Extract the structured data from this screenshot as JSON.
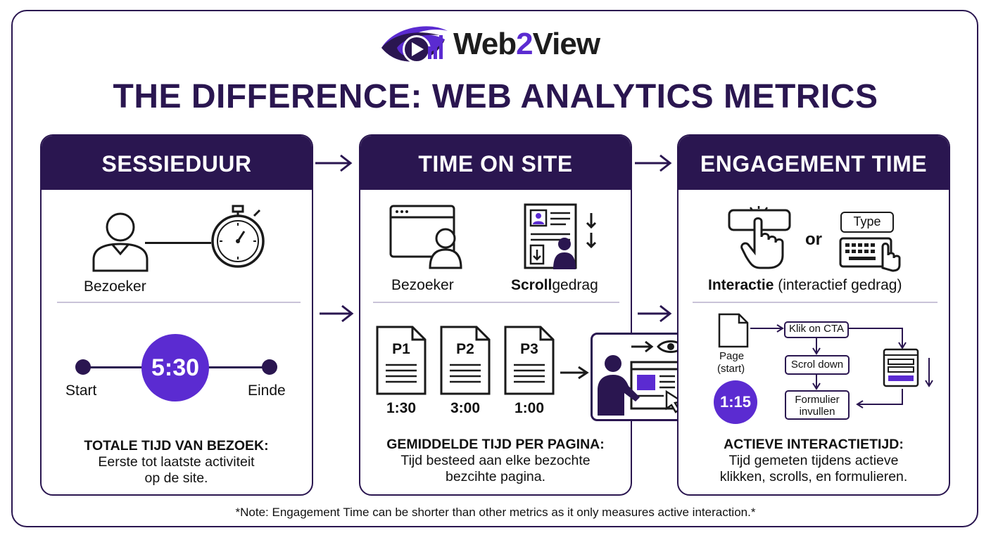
{
  "brand": {
    "name_part1": "Web",
    "name_part2": "2",
    "name_part3": "View"
  },
  "title": "THE DIFFERENCE: WEB ANALYTICS METRICS",
  "panels": [
    {
      "header": "SESSIEDUUR",
      "visitor_label": "Bezoeker",
      "timer_value": "5:30",
      "start_label": "Start",
      "end_label": "Einde",
      "desc_title": "TOTALE TIJD VAN BEZOEK:",
      "desc_line1": "Eerste tot laatste activiteit",
      "desc_line2": "op de site."
    },
    {
      "header": "TIME ON SITE",
      "visitor_label": "Bezoeker",
      "scroll_label_bold": "Scroll",
      "scroll_label_rest": "gedrag",
      "pages": [
        {
          "label": "P1",
          "time": "1:30"
        },
        {
          "label": "P2",
          "time": "3:00"
        },
        {
          "label": "P3",
          "time": "1:00"
        }
      ],
      "desc_title": "GEMIDDELDE TIJD PER PAGINA:",
      "desc_line1": "Tijd besteed aan elke bezochte",
      "desc_line2": "bezcihte pagina."
    },
    {
      "header": "ENGAGEMENT TIME",
      "type_label": "Type",
      "or_label": "or",
      "interaction_bold": "Interactie",
      "interaction_rest": " (interactief gedrag)",
      "page_label_1": "Page",
      "page_label_2": "(start)",
      "timer_value": "1:15",
      "flow": {
        "step1": "Klik on CTA",
        "step2": "Scrol down",
        "step3_line1": "Formulier",
        "step3_line2": "invullen"
      },
      "desc_title": "ACTIEVE INTERACTIETIJD:",
      "desc_line1": "Tijd gemeten tijdens actieve",
      "desc_line2": "klikken, scrolls, en formulieren."
    }
  ],
  "note": "*Note: Engagement Time can be shorter than other metrics as it only measures active interaction.*",
  "colors": {
    "navy": "#2a1650",
    "purple": "#5b2bd1",
    "divider": "#c9c3d8"
  }
}
